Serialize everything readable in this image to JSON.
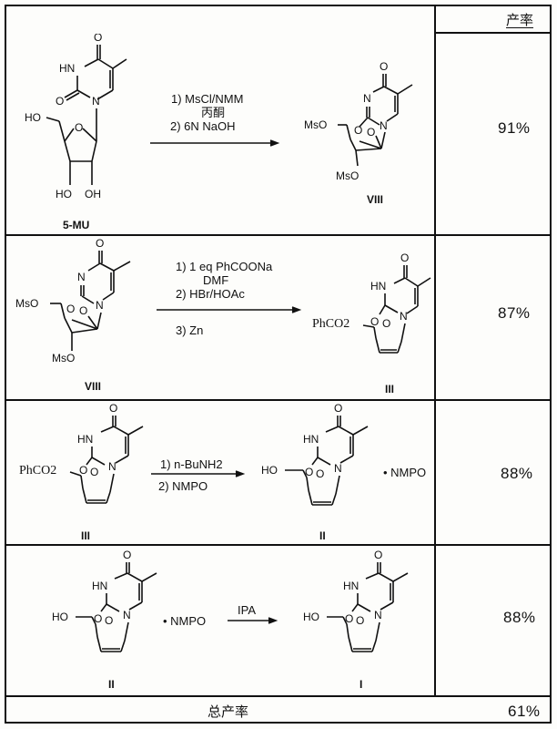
{
  "table": {
    "header": {
      "yield_label": "产率"
    },
    "rows": [
      {
        "step": 1,
        "start_label": "5-MU",
        "reagents": [
          "1) MsCl/NMM",
          "丙酮",
          "2) 6N NaOH"
        ],
        "product_label": "VIII",
        "product_groups": [
          "MsO",
          "MsO"
        ],
        "yield": "91%"
      },
      {
        "step": 2,
        "start_label": "VIII",
        "reagents_above": [
          "1) 1 eq PhCOONa",
          "DMF",
          "2) HBr/HOAc"
        ],
        "reagents_below": [
          "3)  Zn"
        ],
        "product_label": "III",
        "product_group": "PhCO2",
        "yield": "87%"
      },
      {
        "step": 3,
        "start_label": "III",
        "start_group": "PhCO2",
        "reagents_above": [
          "1) n-BuNH2"
        ],
        "reagents_below": [
          "2)  NMPO"
        ],
        "product_label": "II",
        "product_group": "HO",
        "product_salt": "• NMPO",
        "yield": "88%"
      },
      {
        "step": 4,
        "start_label": "II",
        "start_group": "HO",
        "start_salt": "• NMPO",
        "reagents_above": [
          "IPA"
        ],
        "product_label": "I",
        "product_group": "HO",
        "yield": "88%"
      }
    ],
    "total": {
      "label": "总产率",
      "yield": "61%"
    }
  },
  "atoms": {
    "O": "O",
    "N": "N",
    "HN": "HN",
    "HO": "HO",
    "OH": "OH",
    "MsO": "MsO"
  }
}
